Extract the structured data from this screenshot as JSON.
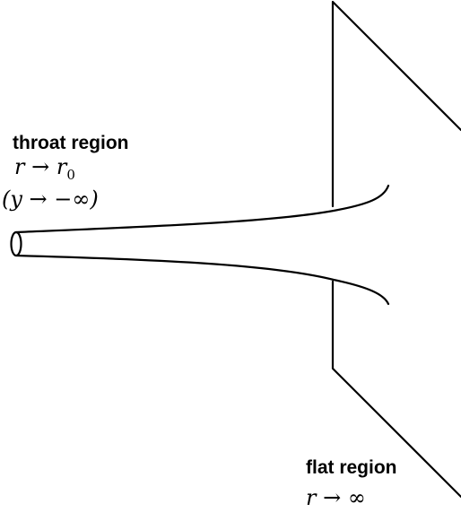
{
  "labels": {
    "throat_title": "throat region",
    "throat_eq1": "r → r",
    "throat_eq1_sub": "0",
    "throat_eq2": "(y → −∞)",
    "flat_title": "flat region",
    "flat_eq": "r → ∞"
  },
  "colors": {
    "stroke": "#000000",
    "background": "#ffffff"
  }
}
